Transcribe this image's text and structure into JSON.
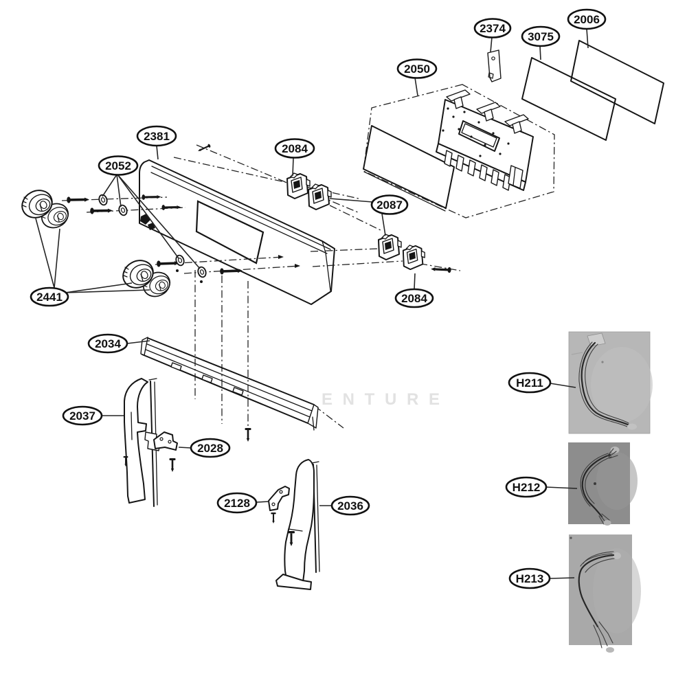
{
  "diagram": {
    "type": "exploded-parts-diagram",
    "watermark": "E N T U R E",
    "colors": {
      "background": "#ffffff",
      "line_art": "#151515",
      "callout_text": "#111111",
      "watermark": "#e2e2e2",
      "photo_h211_bg": "#b7b7b7",
      "photo_h212_bg": "#8d8d8d",
      "photo_h213_bg": "#a9a9a9"
    },
    "callouts": [
      {
        "label": "2374"
      },
      {
        "label": "3075"
      },
      {
        "label": "2006"
      },
      {
        "label": "2050"
      },
      {
        "label": "2381"
      },
      {
        "label": "2084"
      },
      {
        "label": "2052"
      },
      {
        "label": "2087"
      },
      {
        "label": "2084"
      },
      {
        "label": "2441"
      },
      {
        "label": "2034"
      },
      {
        "label": "2037"
      },
      {
        "label": "2028"
      },
      {
        "label": "2128"
      },
      {
        "label": "2036"
      },
      {
        "label": "H211"
      },
      {
        "label": "H212"
      },
      {
        "label": "H213"
      }
    ],
    "photos": {
      "count": 3,
      "labels": [
        "H211",
        "H212",
        "H213"
      ]
    }
  }
}
